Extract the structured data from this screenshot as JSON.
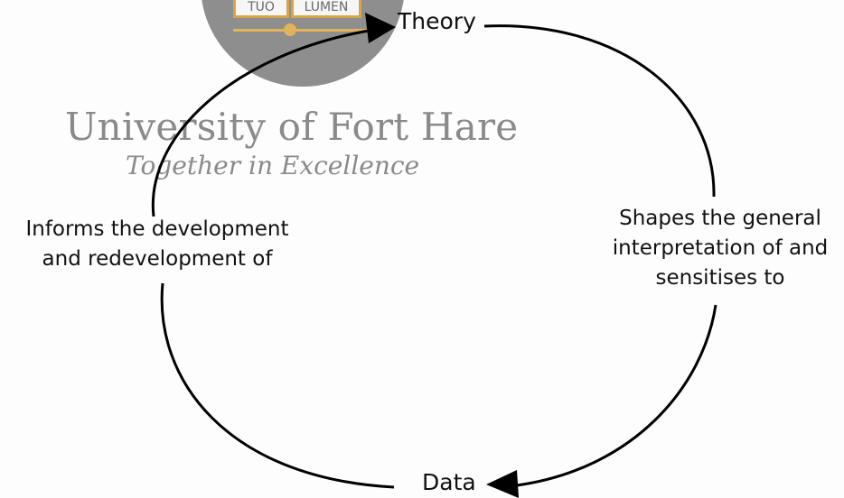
{
  "watermark": {
    "motto_left": "TUO",
    "motto_right": "LUMEN",
    "university_name": "University of Fort Hare",
    "tagline": "Together in Excellence"
  },
  "nodes": {
    "top": "Theory",
    "bottom": "Data"
  },
  "edges": {
    "theory_to_data": [
      "Shapes the general",
      "interpretation of and",
      "sensitises to"
    ],
    "data_to_theory": [
      "Informs the development",
      "and redevelopment of"
    ]
  }
}
